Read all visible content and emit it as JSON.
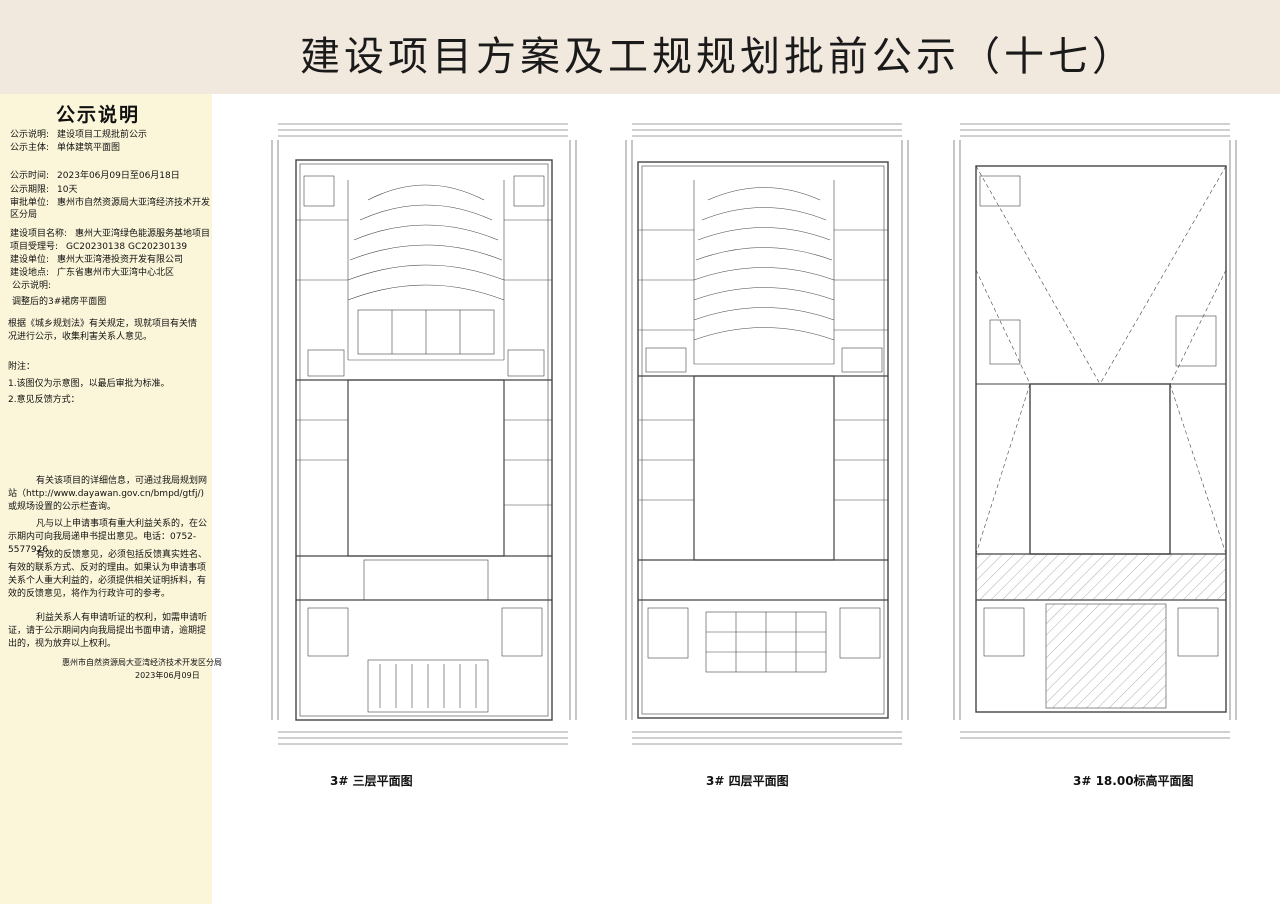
{
  "header": {
    "title": "建设项目方案及工规规划批前公示（十七）"
  },
  "sidebar": {
    "title": "公示说明",
    "fields": [
      {
        "label": "公示说明:",
        "value": "建设项目工规批前公示"
      },
      {
        "label": "公示主体:",
        "value": "单体建筑平面图"
      },
      {
        "label": "公示时间:",
        "value": "2023年06月09日至06月18日"
      },
      {
        "label": "公示期限:",
        "value": "10天"
      },
      {
        "label": "审批单位:",
        "value": "惠州市自然资源局大亚湾经济技术开发"
      },
      {
        "label": "",
        "value": "区分局"
      },
      {
        "label": "建设项目名称:",
        "value": "惠州大亚湾绿色能源服务基地项目"
      },
      {
        "label": "项目受理号:",
        "value": "GC20230138  GC20230139"
      },
      {
        "label": "建设单位:",
        "value": "惠州大亚湾港投资开发有限公司"
      },
      {
        "label": "建设地点:",
        "value": "广东省惠州市大亚湾中心北区"
      },
      {
        "label": "公示说明:",
        "value": ""
      },
      {
        "label": "",
        "value": "调整后的3#裙房平面图"
      }
    ],
    "law_note": "根据《城乡规划法》有关规定，现就项目有关情况进行公示，收集利害关系人意见。",
    "appendix_title": "附注：",
    "appendix_items": [
      "1.该图仅为示意图，以最后审批为标准。",
      "2.意见反馈方式："
    ],
    "p1": "有关该项目的详细信息，可通过我局规划网站（http://www.dayawan.gov.cn/bmpd/gtfj/)或规场设置的公示栏查询。",
    "p2": "凡与以上申请事项有重大利益关系的，在公示期内可向我局递申书提出意见。电话：0752-5577926",
    "p3": "有效的反馈意见，必须包括反馈真实姓名、有效的联系方式、反对的理由。如果认为申请事项关系个人重大利益的，必须提供相关证明拆料，有效的反馈意见，将作为行政许可的参考。",
    "p4": "利益关系人有申请听证的权利，如需申请听证，请于公示期间内向我局提出书面申请，逾期提出的，视为放弃以上权利。",
    "signature": "惠州市自然资源局大亚湾经济技术开发区分局",
    "date": "2023年06月09日"
  },
  "plans": [
    {
      "caption": "3# 三层平面图"
    },
    {
      "caption": "3# 四层平面图"
    },
    {
      "caption": "3# 18.00标高平面图"
    }
  ],
  "colors": {
    "banner": "#f1e8de",
    "sidebar": "#fbf6d9",
    "line": "#444444"
  }
}
